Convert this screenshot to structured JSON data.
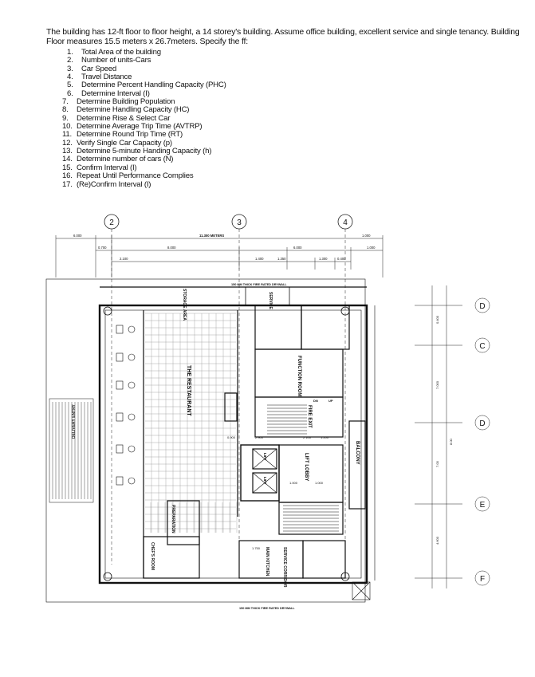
{
  "problem": {
    "line1": "The building has 12-ft floor to floor height, a 14 storey's building. Assume office building, excellent service and single tenancy. Building",
    "line2": "Floor measures 15.5 meters x 26.7meters. Specify the ff:"
  },
  "steps": [
    {
      "n": "1.",
      "text": "Total Area of the building"
    },
    {
      "n": "2.",
      "text": "Number of units-Cars"
    },
    {
      "n": "3.",
      "text": "Car Speed"
    },
    {
      "n": "4.",
      "text": "Travel Distance"
    },
    {
      "n": "5.",
      "text": "Determine Percent Handling Capacity (PHC)"
    },
    {
      "n": "6.",
      "text": "Determine Interval (I)"
    },
    {
      "n": "7.",
      "text": "Determine Building Population"
    },
    {
      "n": "8.",
      "text": "Determine Handling Capacity (HC)"
    },
    {
      "n": "9.",
      "text": "Determine Rise & Select Car"
    },
    {
      "n": "10.",
      "text": "Determine Average Trip Time (AVTRP)"
    },
    {
      "n": "11.",
      "text": "Determine Round Trip Time (RT)"
    },
    {
      "n": "12.",
      "text": "Verify Single Car Capacity (p)"
    },
    {
      "n": "13.",
      "text": "Determine 5-minute Handing Capacity (h)"
    },
    {
      "n": "14.",
      "text": "Determine number of cars (N)"
    },
    {
      "n": "15.",
      "text": "Confirm Interval (I)"
    },
    {
      "n": "16.",
      "text": "Repeat Until Performance Complies"
    },
    {
      "n": "17.",
      "text": "(Re)Confirm Interval (I)"
    }
  ],
  "plan": {
    "grid_columns": [
      "2",
      "3",
      "4"
    ],
    "grid_rows": [
      "D",
      "C",
      "D",
      "E",
      "F"
    ],
    "overall_dim": "11.300 METERS",
    "dims_top": [
      "6.000",
      "0.700",
      "8.000",
      "6.000",
      "1.000",
      "2.100",
      "1.400",
      "1.350",
      "1.300",
      "0.400",
      "1.000"
    ],
    "dims_inner": [
      "0.900",
      "2.900",
      "2.100",
      "1.200",
      "1.000",
      "1.000",
      "1.750"
    ],
    "dims_right": [
      "0.400",
      "7.000",
      "7.00",
      "4.600",
      "8.00"
    ],
    "wall_note_top": "150 MM THICK FIRE RATED DRYWALL",
    "wall_note_bottom": "150 MM THICK FIRE RATED DRYWALL",
    "rooms": {
      "restaurant": "THE RESTAURANT",
      "storage": "STORAGE AREA",
      "function_room": "FUNCTION ROOM",
      "fire_exit": "FIRE EXIT",
      "lift_lobby": "LIFT LOBBY",
      "lift": "LIFT",
      "balcony": "BALCONY",
      "prep_station": "PREPARATION",
      "chefs": "CHEF'S ROOM",
      "main_kitchen": "MAIN KITCHEN",
      "service_corridor": "SERVICE CORRIDOR",
      "service": "SERVICE",
      "delivery": "DELIVERY ENTRY",
      "dn": "DN",
      "up": "UP"
    }
  }
}
